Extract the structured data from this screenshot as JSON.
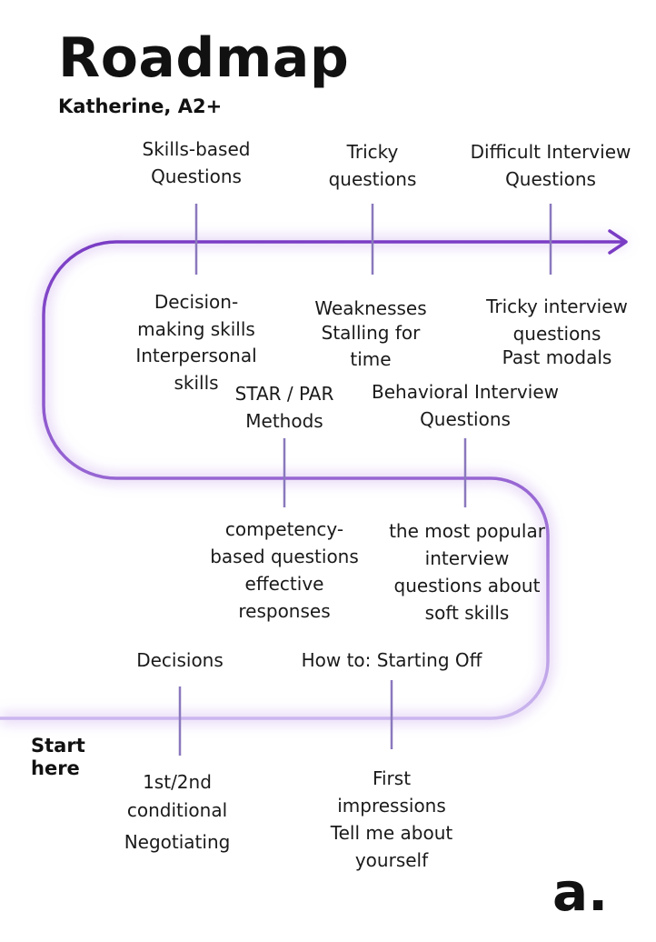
{
  "header": {
    "title": "Roadmap",
    "subtitle": "Katherine, A2+"
  },
  "start_label": [
    "Start",
    "here"
  ],
  "logo": "a.",
  "colors": {
    "road_dark": "#7a3cc4",
    "road_light": "#c9b2ef",
    "tick": "#8a78bd",
    "text": "#1a1a1a"
  },
  "stops": [
    {
      "topic": [
        "Skills-based",
        "Questions"
      ],
      "details": [
        "Decision-",
        "making skills",
        "Interpersonal",
        "skills"
      ]
    },
    {
      "topic": [
        "Tricky",
        "questions"
      ],
      "details": [
        "Weaknesses",
        "Stalling for",
        "time"
      ]
    },
    {
      "topic": [
        "Difficult Interview",
        "Questions"
      ],
      "details": [
        "Tricky interview",
        "questions",
        "Past modals"
      ]
    },
    {
      "topic": [
        "STAR / PAR",
        "Methods"
      ],
      "details": [
        "competency-",
        "based questions",
        "effective",
        "responses"
      ]
    },
    {
      "topic": [
        "Behavioral Interview",
        "Questions"
      ],
      "details": [
        "the most popular",
        "interview",
        "questions about",
        "soft skills"
      ]
    },
    {
      "topic": [
        "Decisions"
      ],
      "details": [
        "1st/2nd",
        "conditional",
        "Negotiating"
      ]
    },
    {
      "topic": [
        "How to: Starting Off"
      ],
      "details": [
        "First",
        "impressions",
        "Tell me about",
        "yourself"
      ]
    }
  ]
}
